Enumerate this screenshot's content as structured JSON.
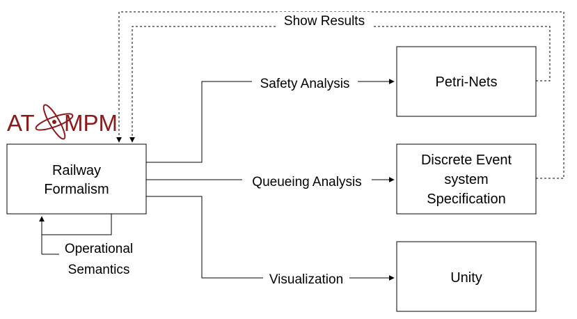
{
  "logo": {
    "text_left": "AT",
    "text_right": "MPM",
    "color": "#8b1a1a"
  },
  "nodes": {
    "railway": {
      "lines": [
        "Railway",
        "Formalism"
      ]
    },
    "petri": {
      "lines": [
        "Petri-Nets"
      ]
    },
    "devs": {
      "lines": [
        "Discrete Event",
        "system",
        "Specification"
      ]
    },
    "unity": {
      "lines": [
        "Unity"
      ]
    }
  },
  "edges": {
    "show_results": "Show Results",
    "safety": "Safety Analysis",
    "queueing": "Queueing Analysis",
    "visualization": "Visualization",
    "operational_line1": "Operational",
    "operational_line2": "Semantics"
  }
}
